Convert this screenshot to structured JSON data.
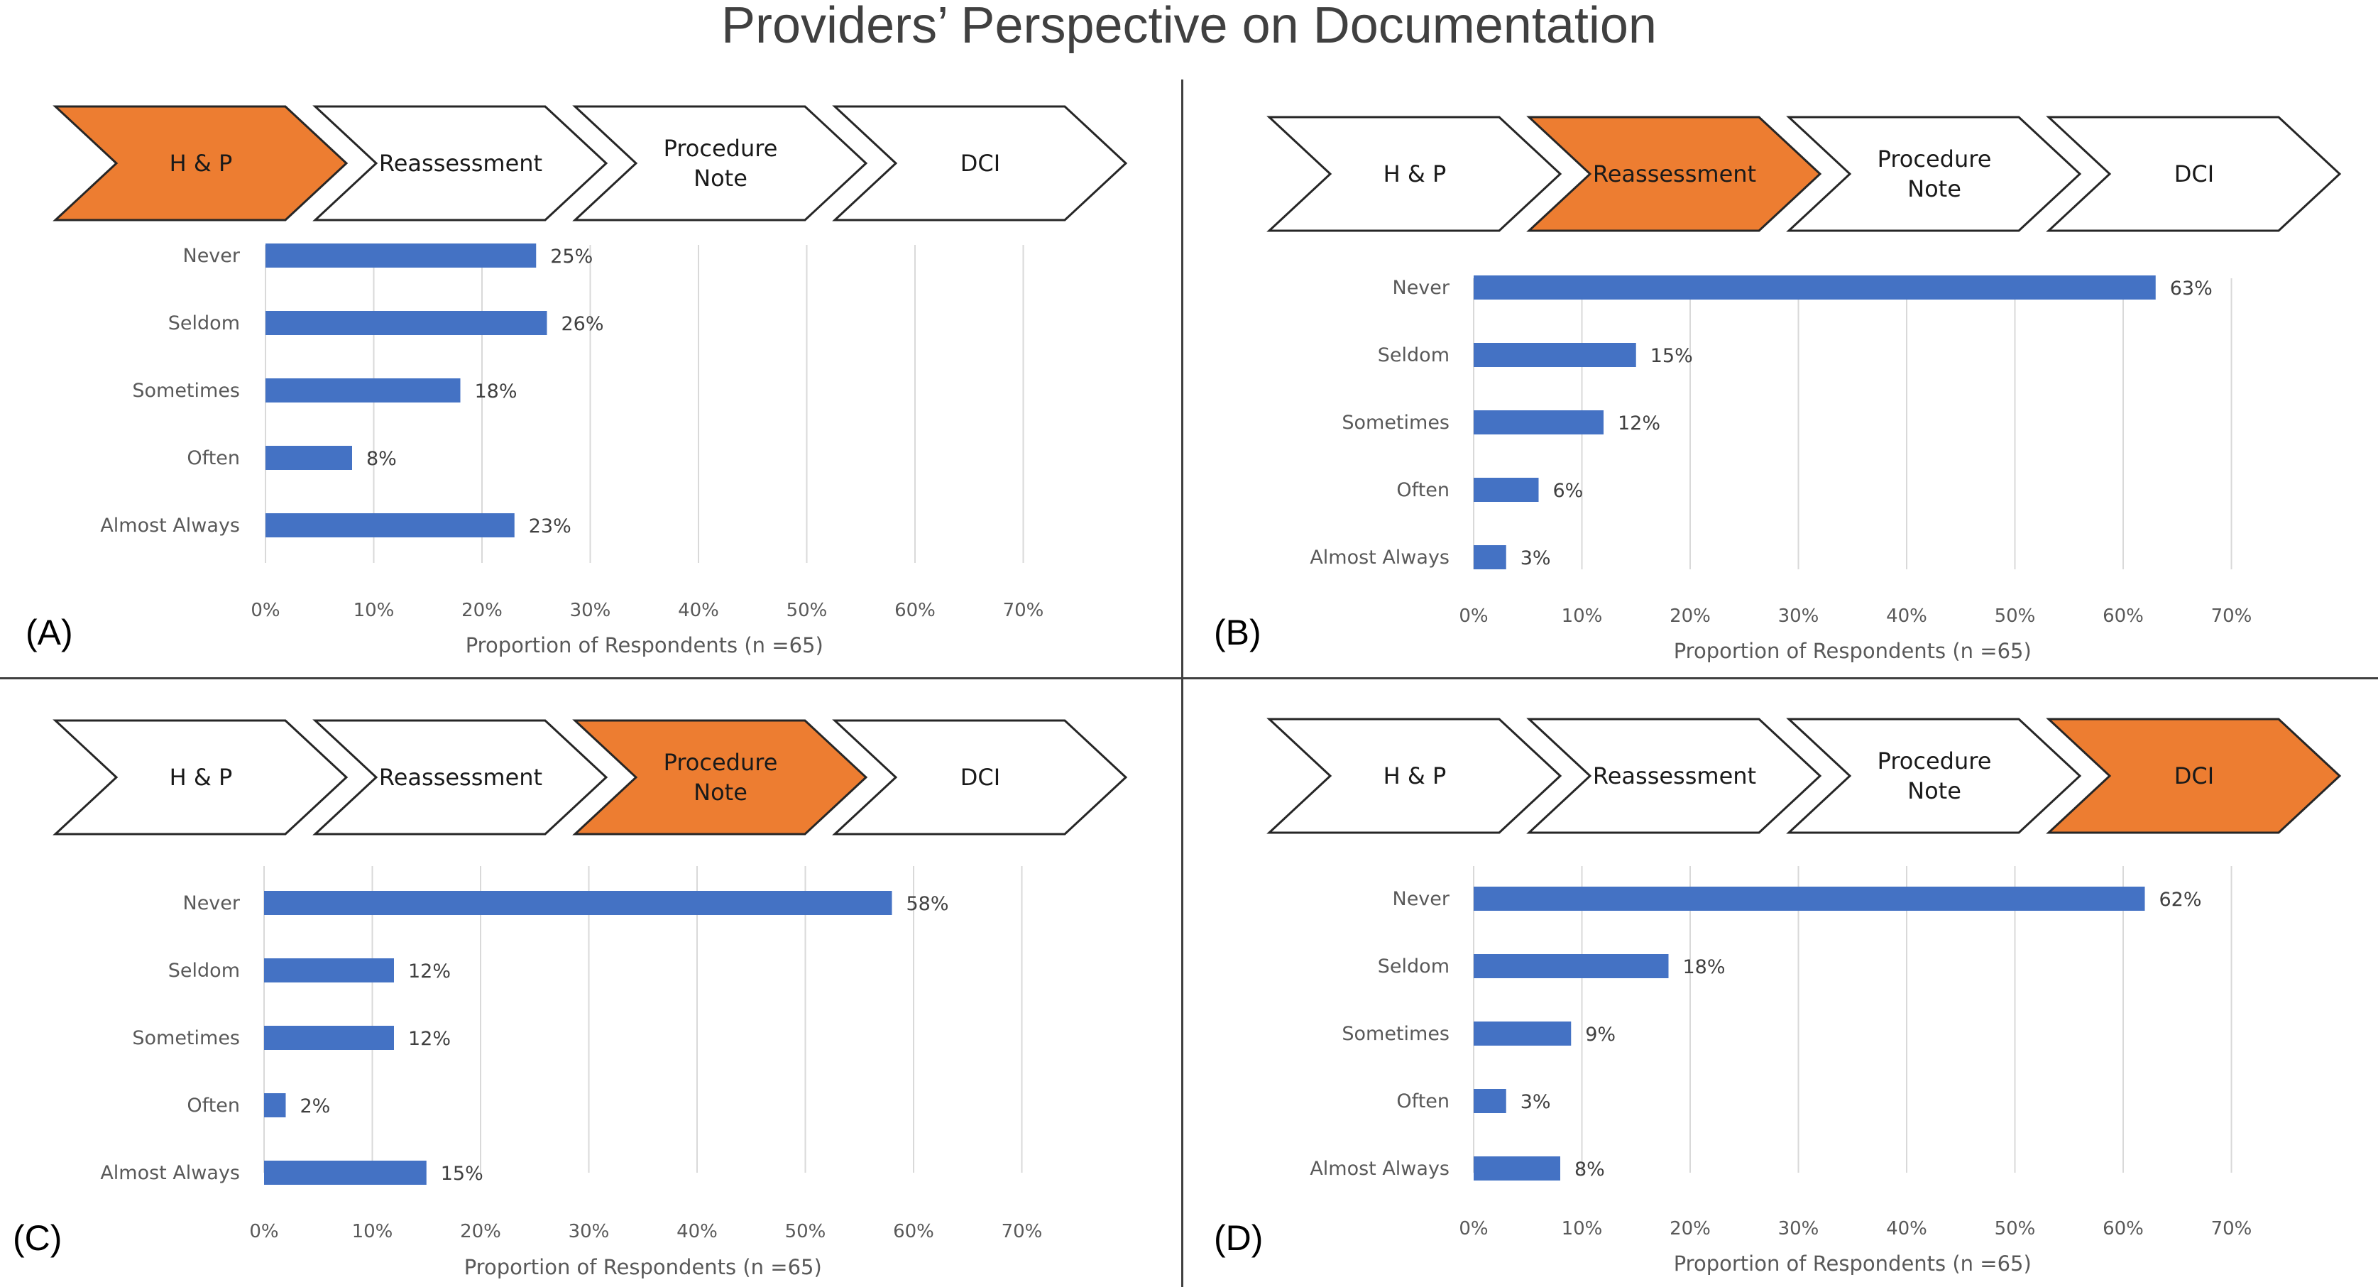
{
  "title": "Providers’ Perspective on Documentation",
  "colors": {
    "bar": "#4472C4",
    "highlight": "#ED7D31",
    "chevron_stroke": "#262626",
    "grid": "#D9D9D9"
  },
  "stages": [
    [
      "H & P"
    ],
    [
      "Reassessment"
    ],
    [
      "Procedure",
      "Note"
    ],
    [
      "DCI"
    ]
  ],
  "chart_data": [
    {
      "type": "bar",
      "orientation": "horizontal",
      "panel_label": "(A)",
      "highlighted_stage": 0,
      "categories": [
        "Never",
        "Seldom",
        "Sometimes",
        "Often",
        "Almost Always"
      ],
      "values": [
        25,
        26,
        18,
        8,
        23
      ],
      "value_labels": [
        "25%",
        "26%",
        "18%",
        "8%",
        "23%"
      ],
      "xlabel": "Proportion of Respondents (n =65)",
      "xticks": [
        "0%",
        "10%",
        "20%",
        "30%",
        "40%",
        "50%",
        "60%",
        "70%"
      ],
      "xlim": [
        0,
        70
      ],
      "grid": true
    },
    {
      "type": "bar",
      "orientation": "horizontal",
      "panel_label": "(B)",
      "highlighted_stage": 1,
      "categories": [
        "Never",
        "Seldom",
        "Sometimes",
        "Often",
        "Almost Always"
      ],
      "values": [
        63,
        15,
        12,
        6,
        3
      ],
      "value_labels": [
        "63%",
        "15%",
        "12%",
        "6%",
        "3%"
      ],
      "xlabel": "Proportion of Respondents (n =65)",
      "xticks": [
        "0%",
        "10%",
        "20%",
        "30%",
        "40%",
        "50%",
        "60%",
        "70%"
      ],
      "xlim": [
        0,
        70
      ],
      "grid": true
    },
    {
      "type": "bar",
      "orientation": "horizontal",
      "panel_label": "(C)",
      "highlighted_stage": 2,
      "categories": [
        "Never",
        "Seldom",
        "Sometimes",
        "Often",
        "Almost Always"
      ],
      "values": [
        58,
        12,
        12,
        2,
        15
      ],
      "value_labels": [
        "58%",
        "12%",
        "12%",
        "2%",
        "15%"
      ],
      "xlabel": "Proportion of Respondents (n =65)",
      "xticks": [
        "0%",
        "10%",
        "20%",
        "30%",
        "40%",
        "50%",
        "60%",
        "70%"
      ],
      "xlim": [
        0,
        70
      ],
      "grid": true
    },
    {
      "type": "bar",
      "orientation": "horizontal",
      "panel_label": "(D)",
      "highlighted_stage": 3,
      "categories": [
        "Never",
        "Seldom",
        "Sometimes",
        "Often",
        "Almost Always"
      ],
      "values": [
        62,
        18,
        9,
        3,
        8
      ],
      "value_labels": [
        "62%",
        "18%",
        "9%",
        "3%",
        "8%"
      ],
      "xlabel": "Proportion of Respondents (n =65)",
      "xticks": [
        "0%",
        "10%",
        "20%",
        "30%",
        "40%",
        "50%",
        "60%",
        "70%"
      ],
      "xlim": [
        0,
        70
      ],
      "grid": true
    }
  ]
}
